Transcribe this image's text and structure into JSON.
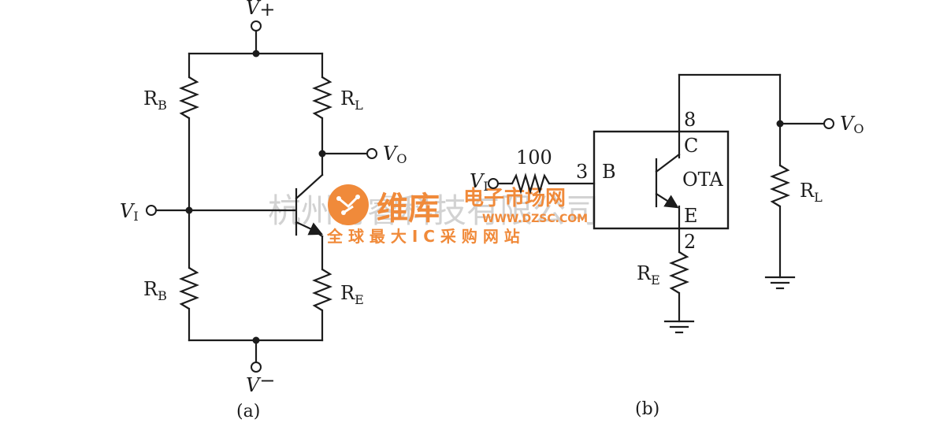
{
  "circuit_a": {
    "supply_pos": "V",
    "supply_pos_sign": "+",
    "supply_neg": "V",
    "supply_neg_sign": "−",
    "input": "V",
    "input_sub": "I",
    "output": "V",
    "output_sub": "O",
    "rb_top": "R",
    "rb_top_sub": "B",
    "rb_bottom": "R",
    "rb_bottom_sub": "B",
    "rl": "R",
    "rl_sub": "L",
    "re": "R",
    "re_sub": "E",
    "caption": "(a)"
  },
  "circuit_b": {
    "input": "V",
    "input_sub": "I",
    "series_resistor": "100",
    "pin_b": "3",
    "terminal_b": "B",
    "pin_c": "8",
    "terminal_c": "C",
    "device": "OTA",
    "terminal_e": "E",
    "pin_e": "2",
    "re": "R",
    "re_sub": "E",
    "rl": "R",
    "rl_sub": "L",
    "output": "V",
    "output_sub": "O",
    "caption": "(b)"
  },
  "watermark": {
    "company": "杭州将睿科技有限公司",
    "brand": "维库",
    "brand_suffix": "电子市场网",
    "url": "WWW.DZSC.COM",
    "slogan": "全 球 最 大 I C 采 购 网 站"
  }
}
